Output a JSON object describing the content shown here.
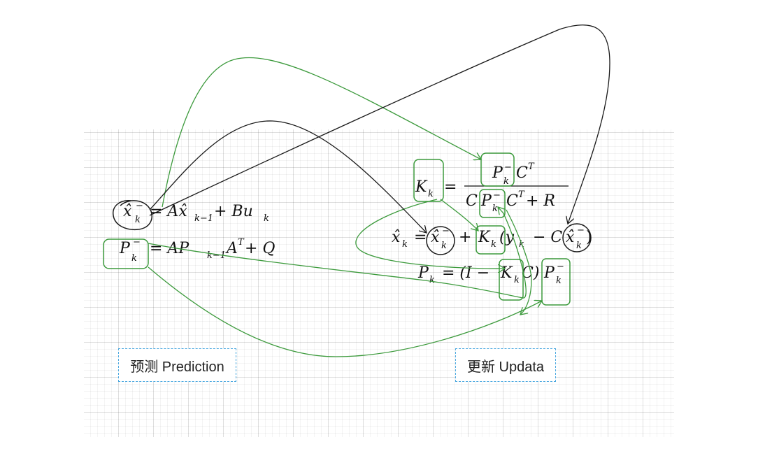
{
  "diagram": {
    "labels": {
      "prediction": "预测 Prediction",
      "update": "更新 Updata"
    },
    "equations": {
      "predict_state": {
        "lhs": "x̂",
        "lhs_sub": "k",
        "lhs_sup": "−",
        "rhs": "= Ax̂",
        "rhs_sub": "k−1",
        "rhs_tail": " + Bu",
        "rhs_tail_sub": "k"
      },
      "predict_cov": {
        "lhs": "P",
        "lhs_sub": "k",
        "lhs_sup": "−",
        "rhs": "= AP",
        "rhs_sub": "k−1",
        "rhs_mid": "A",
        "rhs_mid_sup": "T",
        "rhs_tail": " + Q"
      },
      "gain": {
        "lhs": "K",
        "lhs_sub": "k",
        "eq": "=",
        "num": "P",
        "num_sub": "k",
        "num_sup": "−",
        "num_tail": "C",
        "num_tail_sup": "T",
        "den_c": "C",
        "den_p": "P",
        "den_p_sub": "k",
        "den_p_sup": "−",
        "den_tail": "C",
        "den_tail_sup": "T",
        "den_end": " + R"
      },
      "update_state": {
        "lhs": "x̂",
        "lhs_sub": "k",
        "eq": "=",
        "pred": "x̂",
        "pred_sub": "k",
        "pred_sup": "−",
        "plus": "+",
        "gain": "K",
        "gain_sub": "k",
        "open": "(y",
        "open_sub": "k",
        "minus": "− C",
        "pred2": "x̂",
        "pred2_sub": "k",
        "pred2_sup": "−",
        "close": ")"
      },
      "update_cov": {
        "lhs": "P",
        "lhs_sub": "k",
        "eq": "= (I −",
        "gain": "K",
        "gain_sub": "k",
        "c": "C)",
        "pred": "P",
        "pred_sub": "k",
        "pred_sup": "−"
      }
    },
    "colors": {
      "green": "#3c9a3c",
      "black": "#1a1a1a",
      "dashed_border": "#4aa8e0",
      "grid": "#e6e6e6"
    }
  }
}
